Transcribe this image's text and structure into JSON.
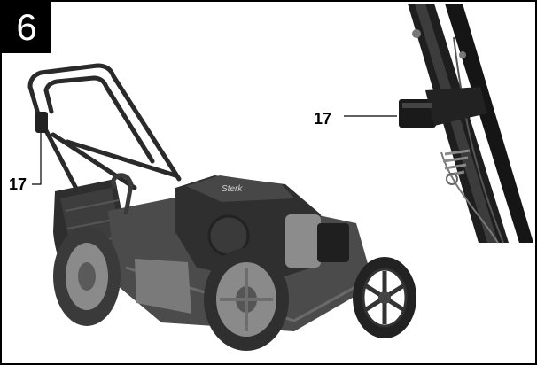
{
  "figure": {
    "number": "6",
    "callouts": [
      {
        "label": "17"
      },
      {
        "label": "17"
      }
    ],
    "brand_mark": "Sterk"
  },
  "colors": {
    "frame": "#000000",
    "badge_bg": "#000000",
    "badge_text": "#ffffff",
    "mower_body": "#5a5a5a",
    "mower_dark": "#2b2b2b",
    "wheel_tire": "#3a3a3a",
    "wheel_hub": "#8a8a8a"
  }
}
